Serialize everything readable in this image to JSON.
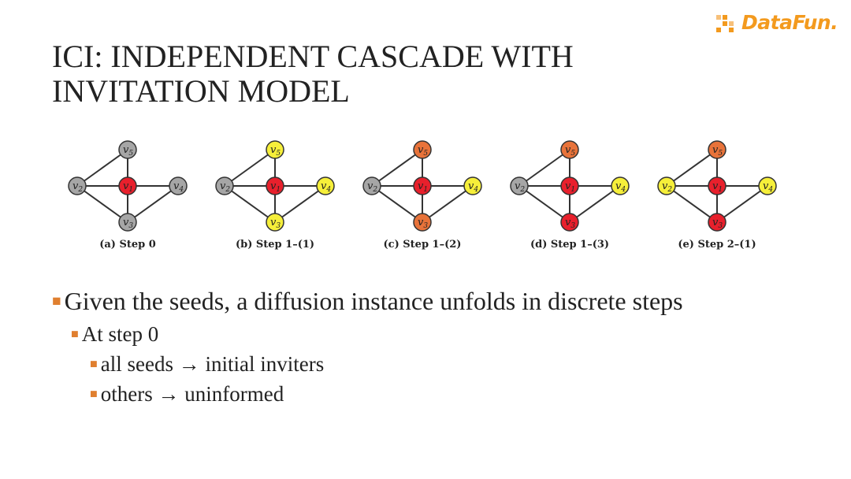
{
  "logo": {
    "text": "DataFun.",
    "color": "#f39a1e"
  },
  "title": {
    "line1": "ICI: INDEPENDENT CASCADE WITH",
    "line2": "INVITATION MODEL"
  },
  "figure": {
    "node_labels": {
      "v1": "v1",
      "v2": "v2",
      "v3": "v3",
      "v4": "v4",
      "v5": "v5"
    },
    "colors": {
      "gray": "#a6a6a6",
      "red": "#e8202c",
      "yellow": "#f6ef3a",
      "orange": "#e8733a"
    },
    "panels": [
      {
        "caption": "(a) Step 0",
        "states": {
          "v1": "red",
          "v2": "gray",
          "v3": "gray",
          "v4": "gray",
          "v5": "gray"
        }
      },
      {
        "caption": "(b) Step 1–(1)",
        "states": {
          "v1": "red",
          "v2": "gray",
          "v3": "yellow",
          "v4": "yellow",
          "v5": "yellow"
        }
      },
      {
        "caption": "(c) Step 1–(2)",
        "states": {
          "v1": "red",
          "v2": "gray",
          "v3": "orange",
          "v4": "yellow",
          "v5": "orange"
        }
      },
      {
        "caption": "(d) Step 1–(3)",
        "states": {
          "v1": "red",
          "v2": "gray",
          "v3": "red",
          "v4": "yellow",
          "v5": "orange"
        }
      },
      {
        "caption": "(e) Step 2–(1)",
        "states": {
          "v1": "red",
          "v2": "yellow",
          "v3": "red",
          "v4": "yellow",
          "v5": "orange"
        }
      }
    ]
  },
  "bullets": {
    "level1": "Given the seeds, a diffusion instance unfolds in discrete steps",
    "level2": "At step 0",
    "level3": [
      "all seeds → initial inviters",
      "others → uninformed"
    ]
  },
  "accent_color": "#e07f2f"
}
